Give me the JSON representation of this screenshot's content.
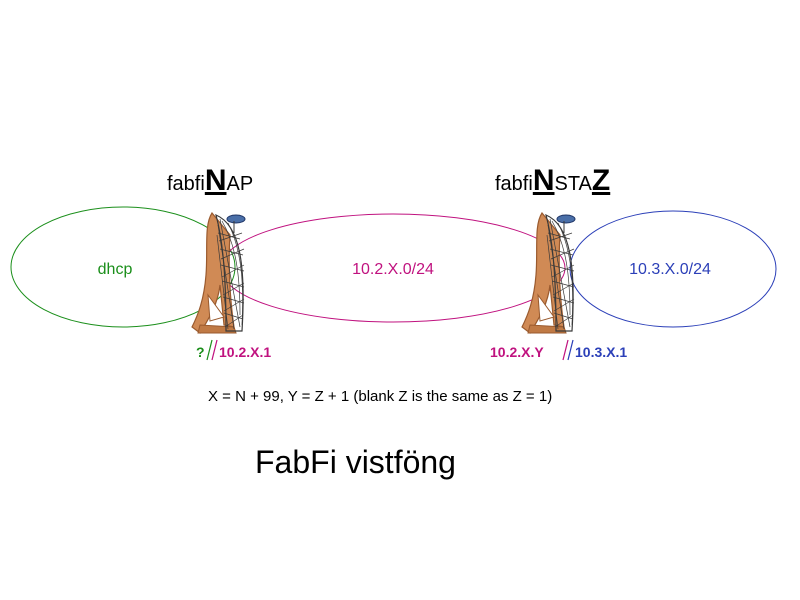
{
  "colors": {
    "green": "#1b8f1b",
    "magenta": "#c0127f",
    "blue": "#2b3fb8",
    "black": "#000000",
    "antenna_wood": "#d08a55",
    "antenna_shadow": "#9a5a2e",
    "mesh": "#3a3a3a",
    "cap": "#4a6fa8"
  },
  "nodes": {
    "ap": {
      "prefix": "fabfi",
      "bold": "N",
      "suffix": "AP",
      "bold2": ""
    },
    "sta": {
      "prefix": "fabfi",
      "bold": "N",
      "suffix": "STA",
      "bold2": "Z"
    }
  },
  "networks": {
    "dhcp": "dhcp",
    "middle": "10.2.X.0/24",
    "right": "10.3.X.0/24"
  },
  "interfaces": {
    "ap_left": "?",
    "ap_right": "10.2.X.1",
    "sta_left": "10.2.X.Y",
    "sta_right": "10.3.X.1"
  },
  "formula": "X = N + 99, Y = Z + 1 (blank Z is the same as Z = 1)",
  "title": "FabFi vistföng",
  "icons": [
    "antenna-reflector-icon",
    "antenna-reflector-icon"
  ]
}
